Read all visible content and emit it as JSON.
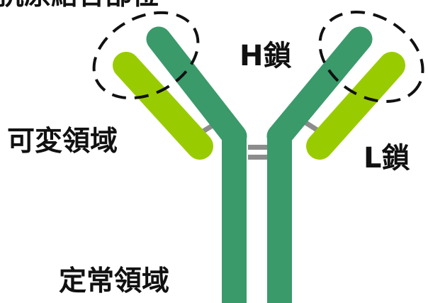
{
  "labels": {
    "top_label": "抗原結合部位",
    "heavy_chain": "H鎖",
    "light_chain": "L鎖",
    "variable_region": "可変領域",
    "constant_region": "定常領域"
  },
  "colors": {
    "heavy_chain": "#3a9a6a",
    "light_chain": "#99cc00",
    "linker": "#8c8c8c",
    "text": "#111111",
    "dashed_outline": "#111111"
  }
}
